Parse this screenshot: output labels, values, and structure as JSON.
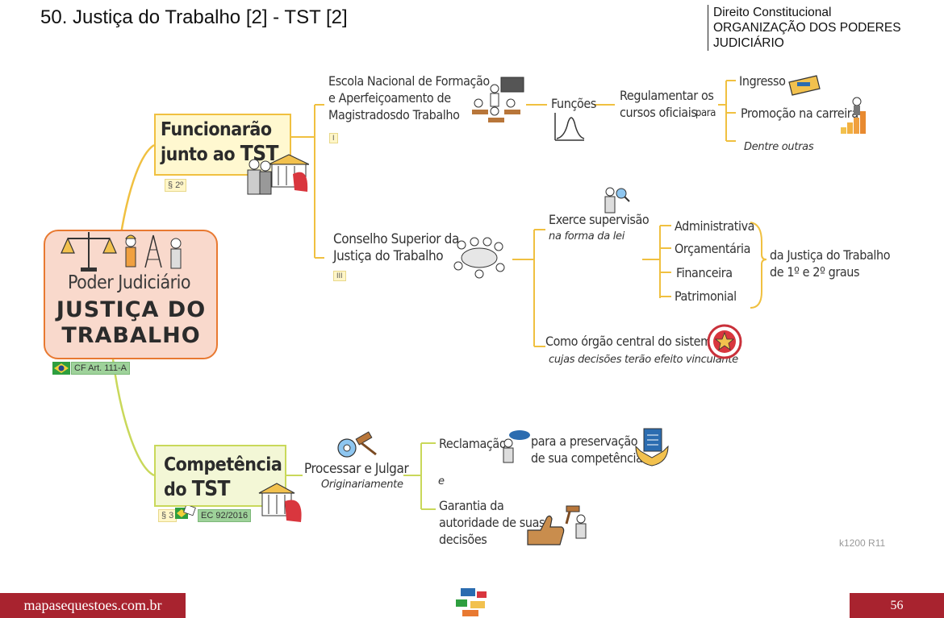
{
  "header": {
    "title": "50. Justiça do Trabalho [2] - TST [2]",
    "subject_line1": "Direito Constitucional",
    "subject_line2": "ORGANIZAÇÃO DOS PODERES JUDICIÁRIO"
  },
  "root": {
    "subtitle": "Poder Judiciário",
    "title": "JUSTIÇA DO TRABALHO",
    "ref": "CF Art. 111-A"
  },
  "branch1": {
    "title_line1": "Funcionarão",
    "title_line2": "junto ao",
    "title_bold": "TST",
    "ref": "§ 2º",
    "escola": {
      "label": "Escola Nacional de Formação e Aperfeiçoamento de Magistradosdo Trabalho",
      "ref": "I",
      "funcoes": "Funções",
      "regulamentar": "Regulamentar os cursos oficiais",
      "para": "para",
      "items": [
        "Ingresso",
        "Promoção na carreira",
        "Dentre outras"
      ]
    },
    "conselho": {
      "label": "Conselho Superior da Justiça do Trabalho",
      "ref": "III",
      "supervisao": "Exerce supervisão",
      "supervisao_sub": "na forma da lei",
      "areas": [
        "Administrativa",
        "Orçamentária",
        "Financeira",
        "Patrimonial"
      ],
      "areas_target": "da Justiça do Trabalho de 1º e 2º graus",
      "orgao": "Como órgão central do sistema",
      "orgao_sub": "cujas decisões terão efeito vinculante"
    }
  },
  "branch2": {
    "title_line1": "Competência",
    "title_line2": "do",
    "title_bold": "TST",
    "ref": "§ 3",
    "ec": "EC 92/2016",
    "processar": "Processar e Julgar",
    "processar_sub": "Originariamente",
    "reclamacao": "Reclamação",
    "preservacao": "para a preservação de sua competência",
    "e": "e",
    "garantia": "Garantia da autoridade de suas decisões"
  },
  "footer": {
    "site": "mapasequestoes.com.br",
    "page": "56",
    "code": "k1200 R11"
  },
  "colors": {
    "accent_orange": "#e87931",
    "accent_yellow": "#f0c040",
    "accent_green": "#c9d85a",
    "footer_red": "#a8232f"
  }
}
